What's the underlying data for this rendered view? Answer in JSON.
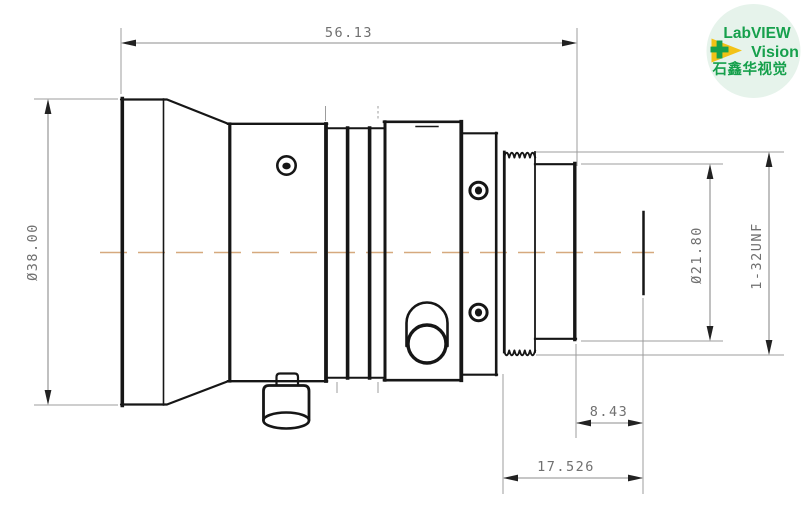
{
  "dimensions": {
    "overall_length": "56.13",
    "front_diameter": "Ø38.00",
    "rear_diameter": "Ø21.80",
    "mount_thread": "1-32UNF",
    "rear_protrusion": "8.43",
    "flange_focal_distance": "17.526"
  },
  "logo": {
    "line1": "LabVIEW",
    "line2": "Vision",
    "line3": "石鑫华视觉"
  },
  "colors": {
    "background": "#ffffff",
    "outline": "#161616",
    "dimension_line": "#8d8d8d",
    "extension_line": "#9c9c9c",
    "arrow": "#222222",
    "dimension_text": "#707070",
    "centerline": "#d6a97e",
    "logo_green": "#16a04c",
    "logo_yellow": "#f2c216",
    "logo_circle_bg": "#e6f3eb"
  }
}
